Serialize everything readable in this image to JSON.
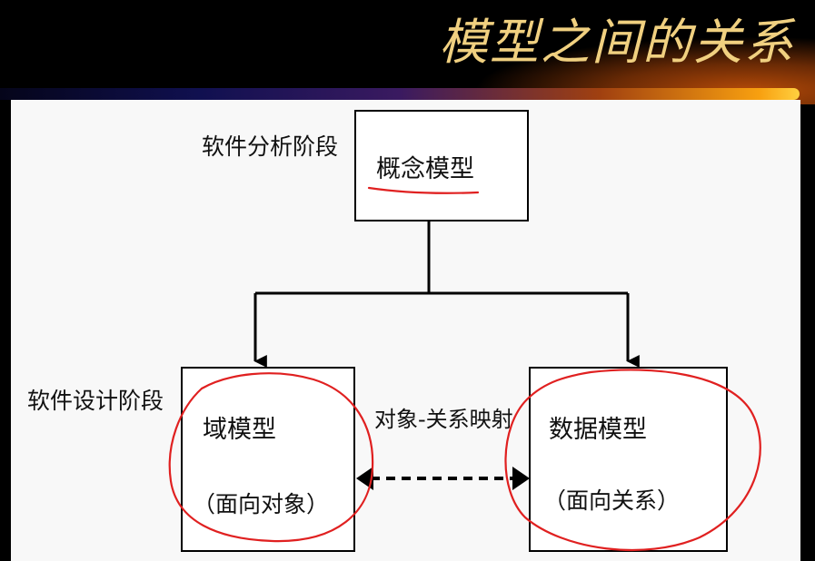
{
  "title": "模型之间的关系",
  "stages": {
    "analysis": "软件分析阶段",
    "design": "软件设计阶段"
  },
  "boxes": {
    "conceptual": {
      "name": "概念模型"
    },
    "domain": {
      "name": "域模型",
      "note": "（面向对象）"
    },
    "data": {
      "name": "数据模型",
      "note": "（面向关系）"
    }
  },
  "mapping_label": "对象-关系映射",
  "colors": {
    "title": "#f0d080",
    "background": "#000000",
    "panel": "#f8f8f8",
    "annotation": "#e02020",
    "line": "#000000"
  }
}
